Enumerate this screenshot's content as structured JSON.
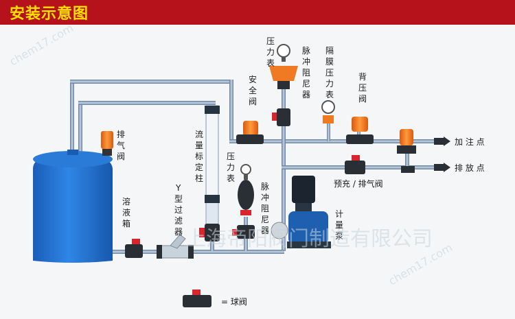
{
  "title": "安装示意图",
  "labels": {
    "pressure_gauge_top": "压力表",
    "pulse_damper_top": "脉冲阻尼器",
    "diaphragm_gauge": "隔膜压力表",
    "safety_valve": "安全阀",
    "back_pressure_valve": "背压阀",
    "vent_valve": "排气阀",
    "flow_column": "流量标定柱",
    "pressure_gauge_mid": "压力表",
    "pulse_damper_mid": "脉冲阻尼器",
    "y_filter": "Y型过滤器",
    "tank": "溶液箱",
    "metering_pump": "计量泵",
    "dosing_point": "加 注 点",
    "discharge_point": "排 放 点",
    "prime_vent_valve": "预充 / 排气阀",
    "legend_ball_valve": "= 球阀"
  },
  "watermark": {
    "company": "上海帝阳阀门制造有限公司",
    "site": "chem17.com"
  },
  "colors": {
    "title_bg": "#b5121b",
    "title_text": "#ffe000",
    "pipe": "#7f9ab8",
    "tank": "#1e6fd0",
    "valve_red": "#d7262e",
    "valve_orange": "#f07a24",
    "pump_blue": "#1f5fb0"
  }
}
